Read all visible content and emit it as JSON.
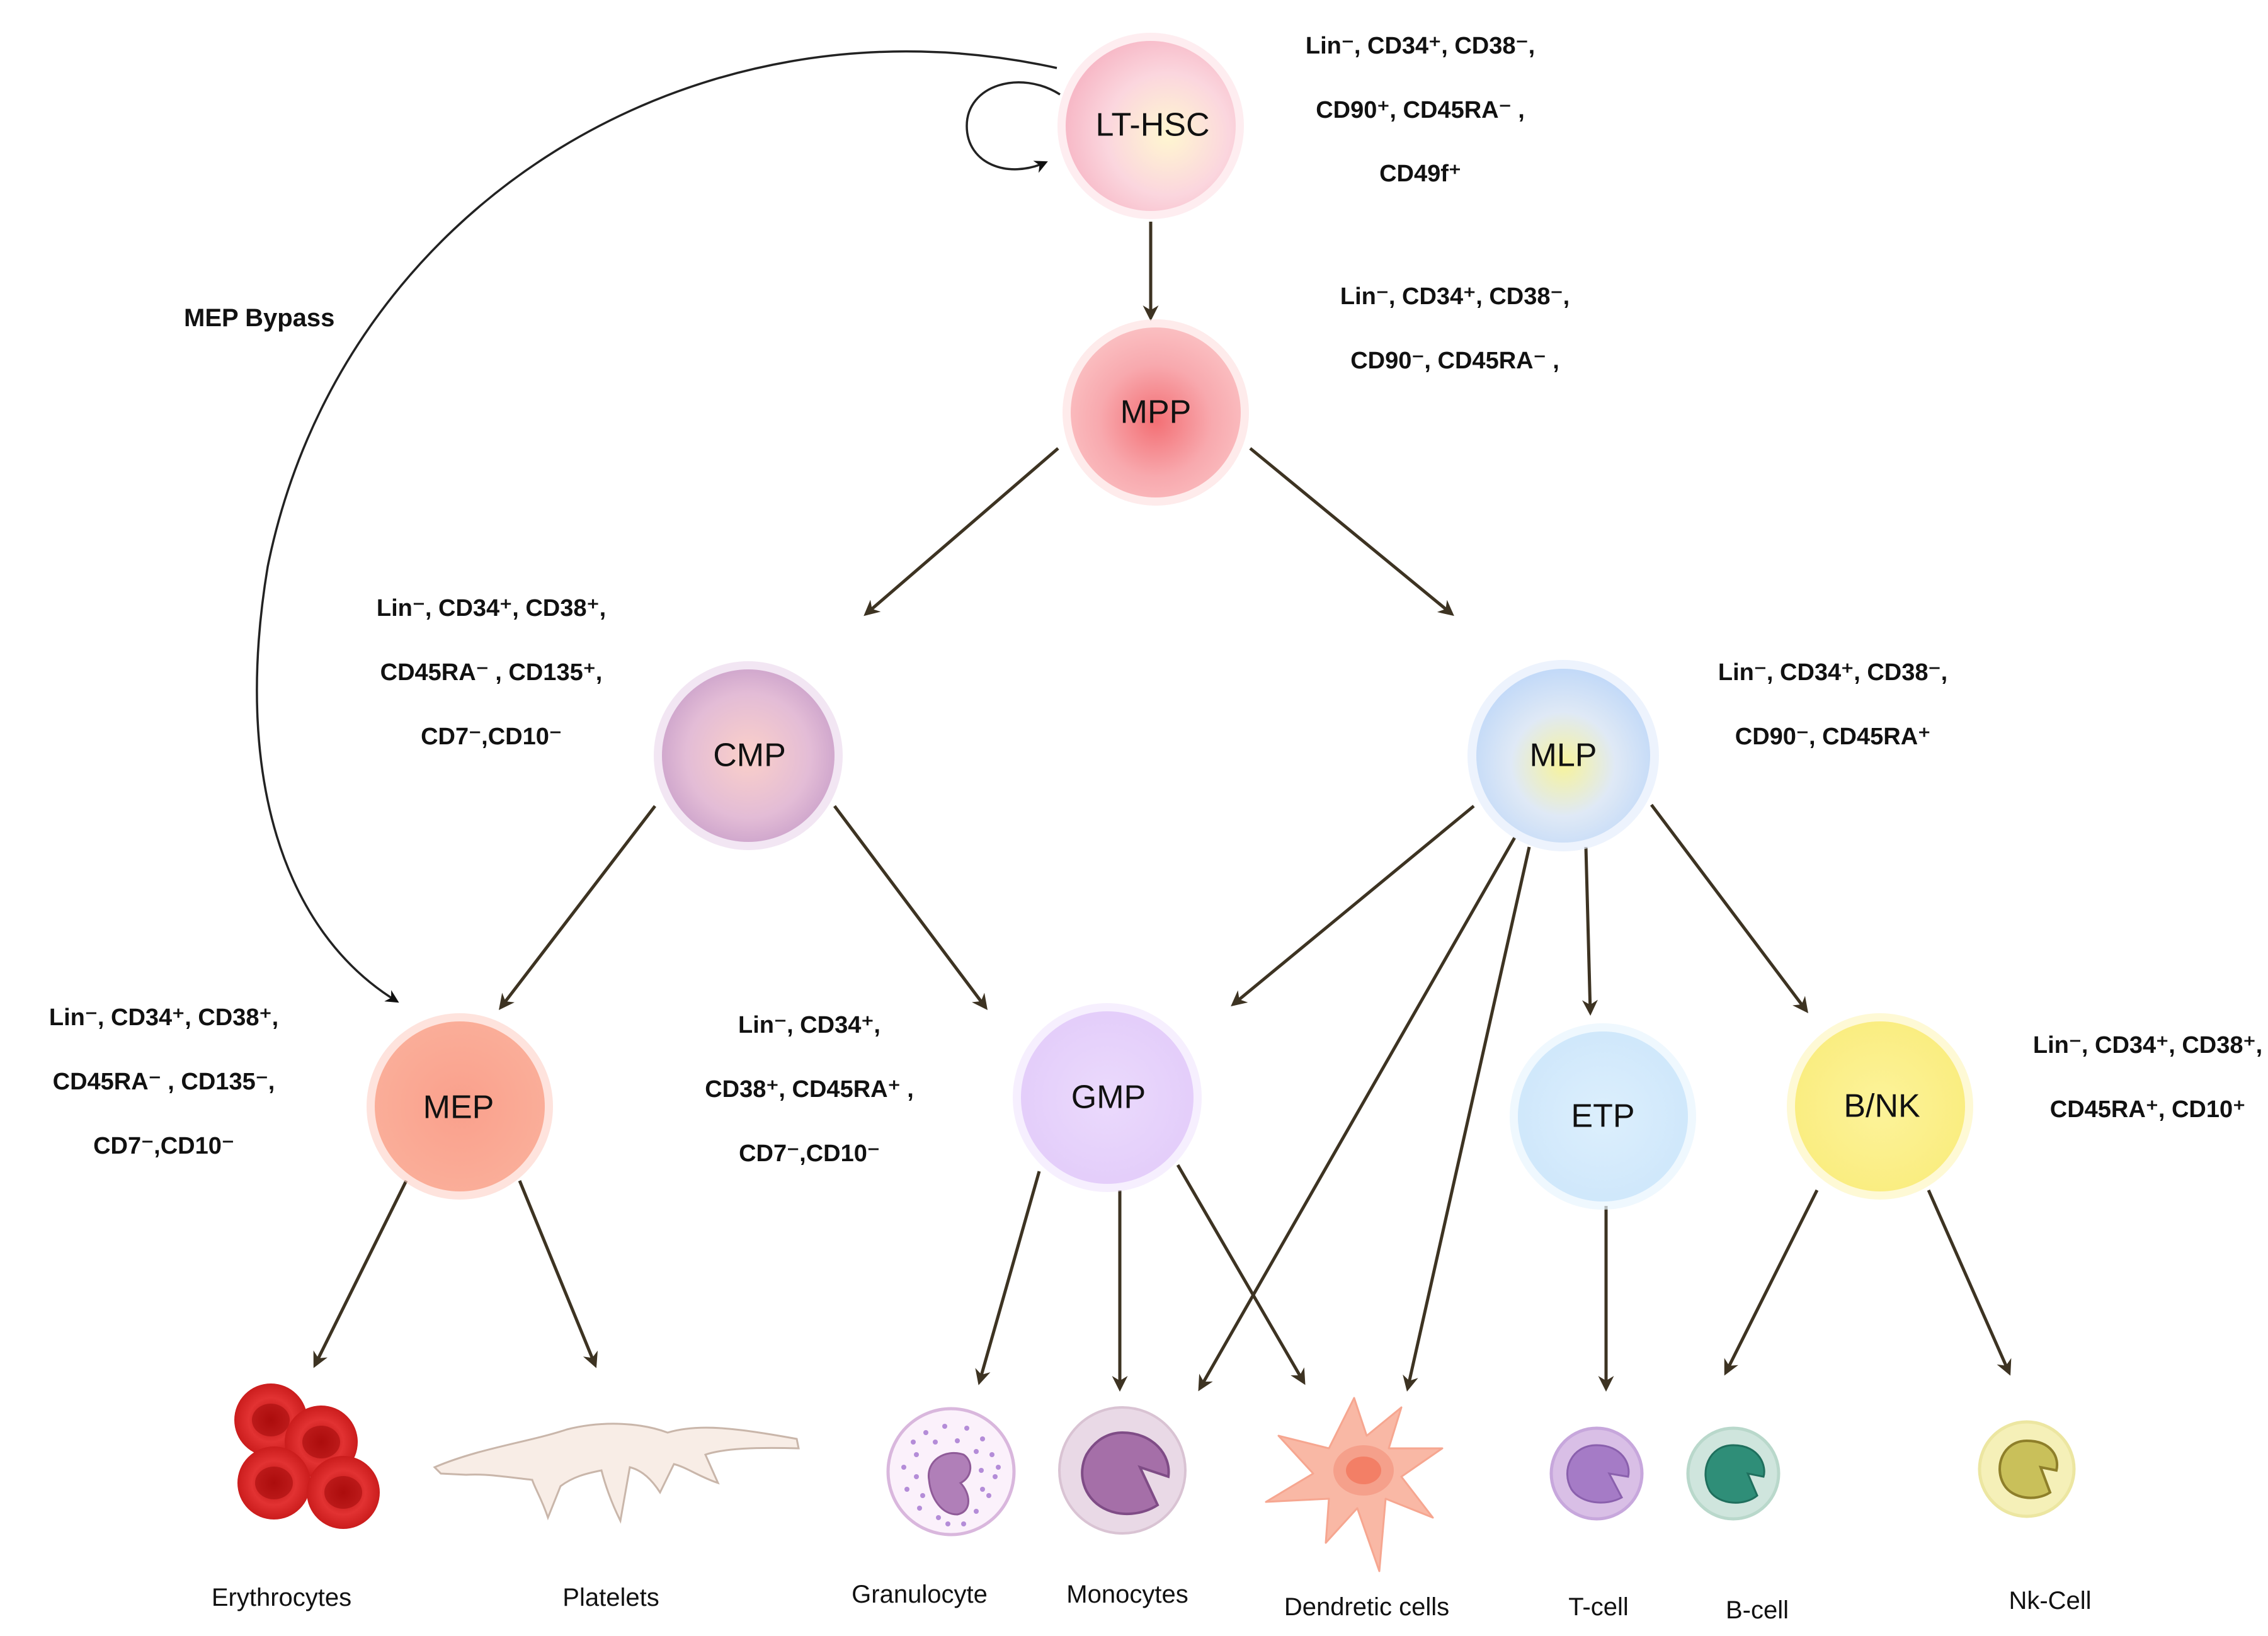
{
  "nodes": {
    "lt_hsc": "LT-HSC",
    "mpp": "MPP",
    "cmp": "CMP",
    "mlp": "MLP",
    "mep": "MEP",
    "gmp": "GMP",
    "etp": "ETP",
    "b_nk": "B/NK"
  },
  "markers": {
    "lt_hsc": [
      "Lin⁻, CD34⁺, CD38⁻,",
      "CD90⁺, CD45RA⁻ ,",
      "CD49f⁺"
    ],
    "mpp": [
      "Lin⁻, CD34⁺, CD38⁻,",
      "CD90⁻, CD45RA⁻ ,"
    ],
    "cmp": [
      "Lin⁻, CD34⁺, CD38⁺,",
      "CD45RA⁻ , CD135⁺,",
      "CD7⁻,CD10⁻"
    ],
    "mlp": [
      "Lin⁻, CD34⁺, CD38⁻,",
      "CD90⁻, CD45RA⁺"
    ],
    "mep": [
      "Lin⁻, CD34⁺, CD38⁺,",
      "CD45RA⁻ , CD135⁻,",
      "CD7⁻,CD10⁻"
    ],
    "gmp": [
      "Lin⁻, CD34⁺,",
      "CD38⁺,  CD45RA⁺ ,",
      "CD7⁻,CD10⁻"
    ],
    "b_nk": [
      "Lin⁻, CD34⁺, CD38⁺,",
      "CD45RA⁺, CD10⁺"
    ]
  },
  "bypass_label": "MEP Bypass",
  "cells": {
    "erythrocytes": "Erythrocytes",
    "platelets": "Platelets",
    "granulocyte": "Granulocyte",
    "monocytes": "Monocytes",
    "dendritic": "Dendretic cells",
    "t_cell": "T-cell",
    "b_cell": "B-cell",
    "nk_cell": "Nk-Cell"
  },
  "colors": {
    "arrow": "#3d3322",
    "lt_hsc": "#fbd0da",
    "mpp": "#f7a8ad",
    "cmp": "#cfa7d2",
    "mlp": "#cfe2fb",
    "mep": "#f99a86",
    "gmp": "#e7d2fb",
    "etp": "#d4ecfb",
    "b_nk": "#fbf08a",
    "erythrocyte": "#d42020"
  }
}
